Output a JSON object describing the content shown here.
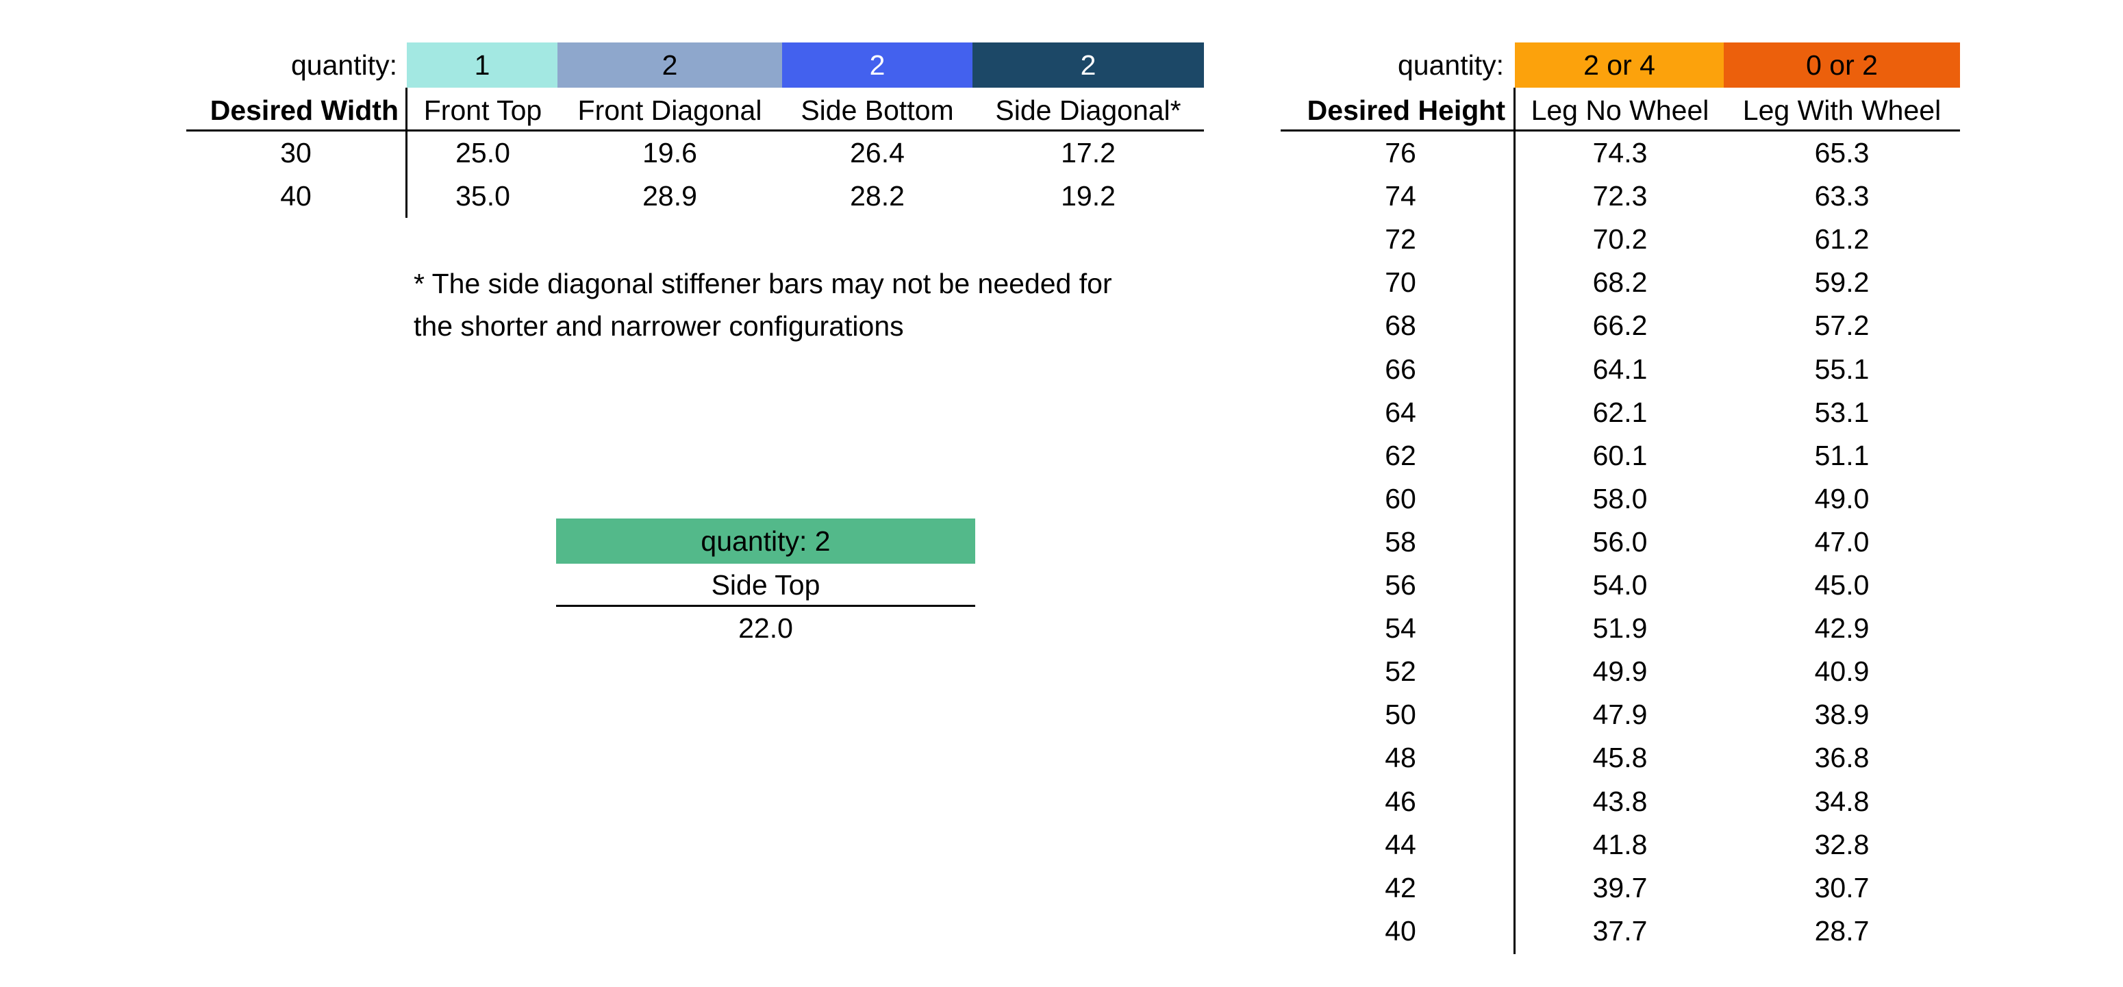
{
  "width_table": {
    "quantity_label": "quantity:",
    "row_header": "Desired Width",
    "columns": [
      {
        "qty": "1",
        "label": "Front Top",
        "color": "#a3e8e2",
        "qty_color": "#000000"
      },
      {
        "qty": "2",
        "label": "Front Diagonal",
        "color": "#8ea7cc",
        "qty_color": "#000000"
      },
      {
        "qty": "2",
        "label": "Side Bottom",
        "color": "#4361ee",
        "qty_color": "#ffffff"
      },
      {
        "qty": "2",
        "label": "Side Diagonal*",
        "color": "#1c4867",
        "qty_color": "#ffffff"
      }
    ],
    "rows": [
      {
        "key": "30",
        "values": [
          "25.0",
          "19.6",
          "26.4",
          "17.2"
        ]
      },
      {
        "key": "40",
        "values": [
          "35.0",
          "28.9",
          "28.2",
          "19.2"
        ]
      }
    ]
  },
  "footnote": {
    "line1": "* The side diagonal stiffener bars may not be needed for",
    "line2": "the shorter and narrower configurations"
  },
  "side_top_table": {
    "quantity_label": "quantity: 2",
    "color": "#53b98a",
    "label": "Side Top",
    "value": "22.0"
  },
  "height_table": {
    "quantity_label": "quantity:",
    "row_header": "Desired Height",
    "columns": [
      {
        "qty": "2 or 4",
        "label": "Leg No Wheel",
        "color": "#fca20c",
        "qty_color": "#000000"
      },
      {
        "qty": "0 or 2",
        "label": "Leg With Wheel",
        "color": "#ec600c",
        "qty_color": "#000000"
      }
    ],
    "rows": [
      {
        "key": "76",
        "values": [
          "74.3",
          "65.3"
        ]
      },
      {
        "key": "74",
        "values": [
          "72.3",
          "63.3"
        ]
      },
      {
        "key": "72",
        "values": [
          "70.2",
          "61.2"
        ]
      },
      {
        "key": "70",
        "values": [
          "68.2",
          "59.2"
        ]
      },
      {
        "key": "68",
        "values": [
          "66.2",
          "57.2"
        ]
      },
      {
        "key": "66",
        "values": [
          "64.1",
          "55.1"
        ]
      },
      {
        "key": "64",
        "values": [
          "62.1",
          "53.1"
        ]
      },
      {
        "key": "62",
        "values": [
          "60.1",
          "51.1"
        ]
      },
      {
        "key": "60",
        "values": [
          "58.0",
          "49.0"
        ]
      },
      {
        "key": "58",
        "values": [
          "56.0",
          "47.0"
        ]
      },
      {
        "key": "56",
        "values": [
          "54.0",
          "45.0"
        ]
      },
      {
        "key": "54",
        "values": [
          "51.9",
          "42.9"
        ]
      },
      {
        "key": "52",
        "values": [
          "49.9",
          "40.9"
        ]
      },
      {
        "key": "50",
        "values": [
          "47.9",
          "38.9"
        ]
      },
      {
        "key": "48",
        "values": [
          "45.8",
          "36.8"
        ]
      },
      {
        "key": "46",
        "values": [
          "43.8",
          "34.8"
        ]
      },
      {
        "key": "44",
        "values": [
          "41.8",
          "32.8"
        ]
      },
      {
        "key": "42",
        "values": [
          "39.7",
          "30.7"
        ]
      },
      {
        "key": "40",
        "values": [
          "37.7",
          "28.7"
        ]
      }
    ]
  }
}
